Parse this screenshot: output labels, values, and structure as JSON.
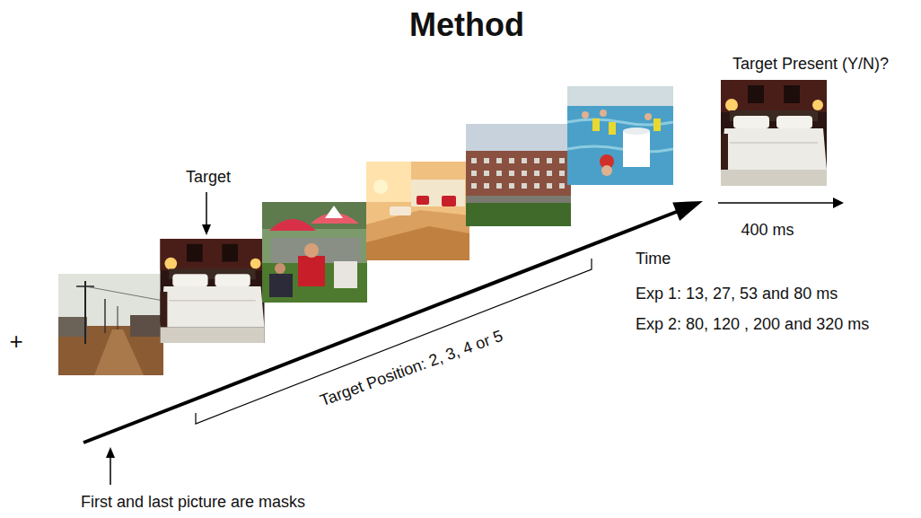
{
  "diagram": {
    "title": "Method",
    "labels": [
      "Target Present (Y/N)?",
      "Target",
      "400 ms",
      "Time",
      "Exp 1: 13, 27, 53 and 80 ms",
      "Exp 2: 80, 120 , 200 and 320 ms",
      "+",
      "Target Position: 2, 3, 4 or 5",
      "First and last picture are masks"
    ]
  }
}
